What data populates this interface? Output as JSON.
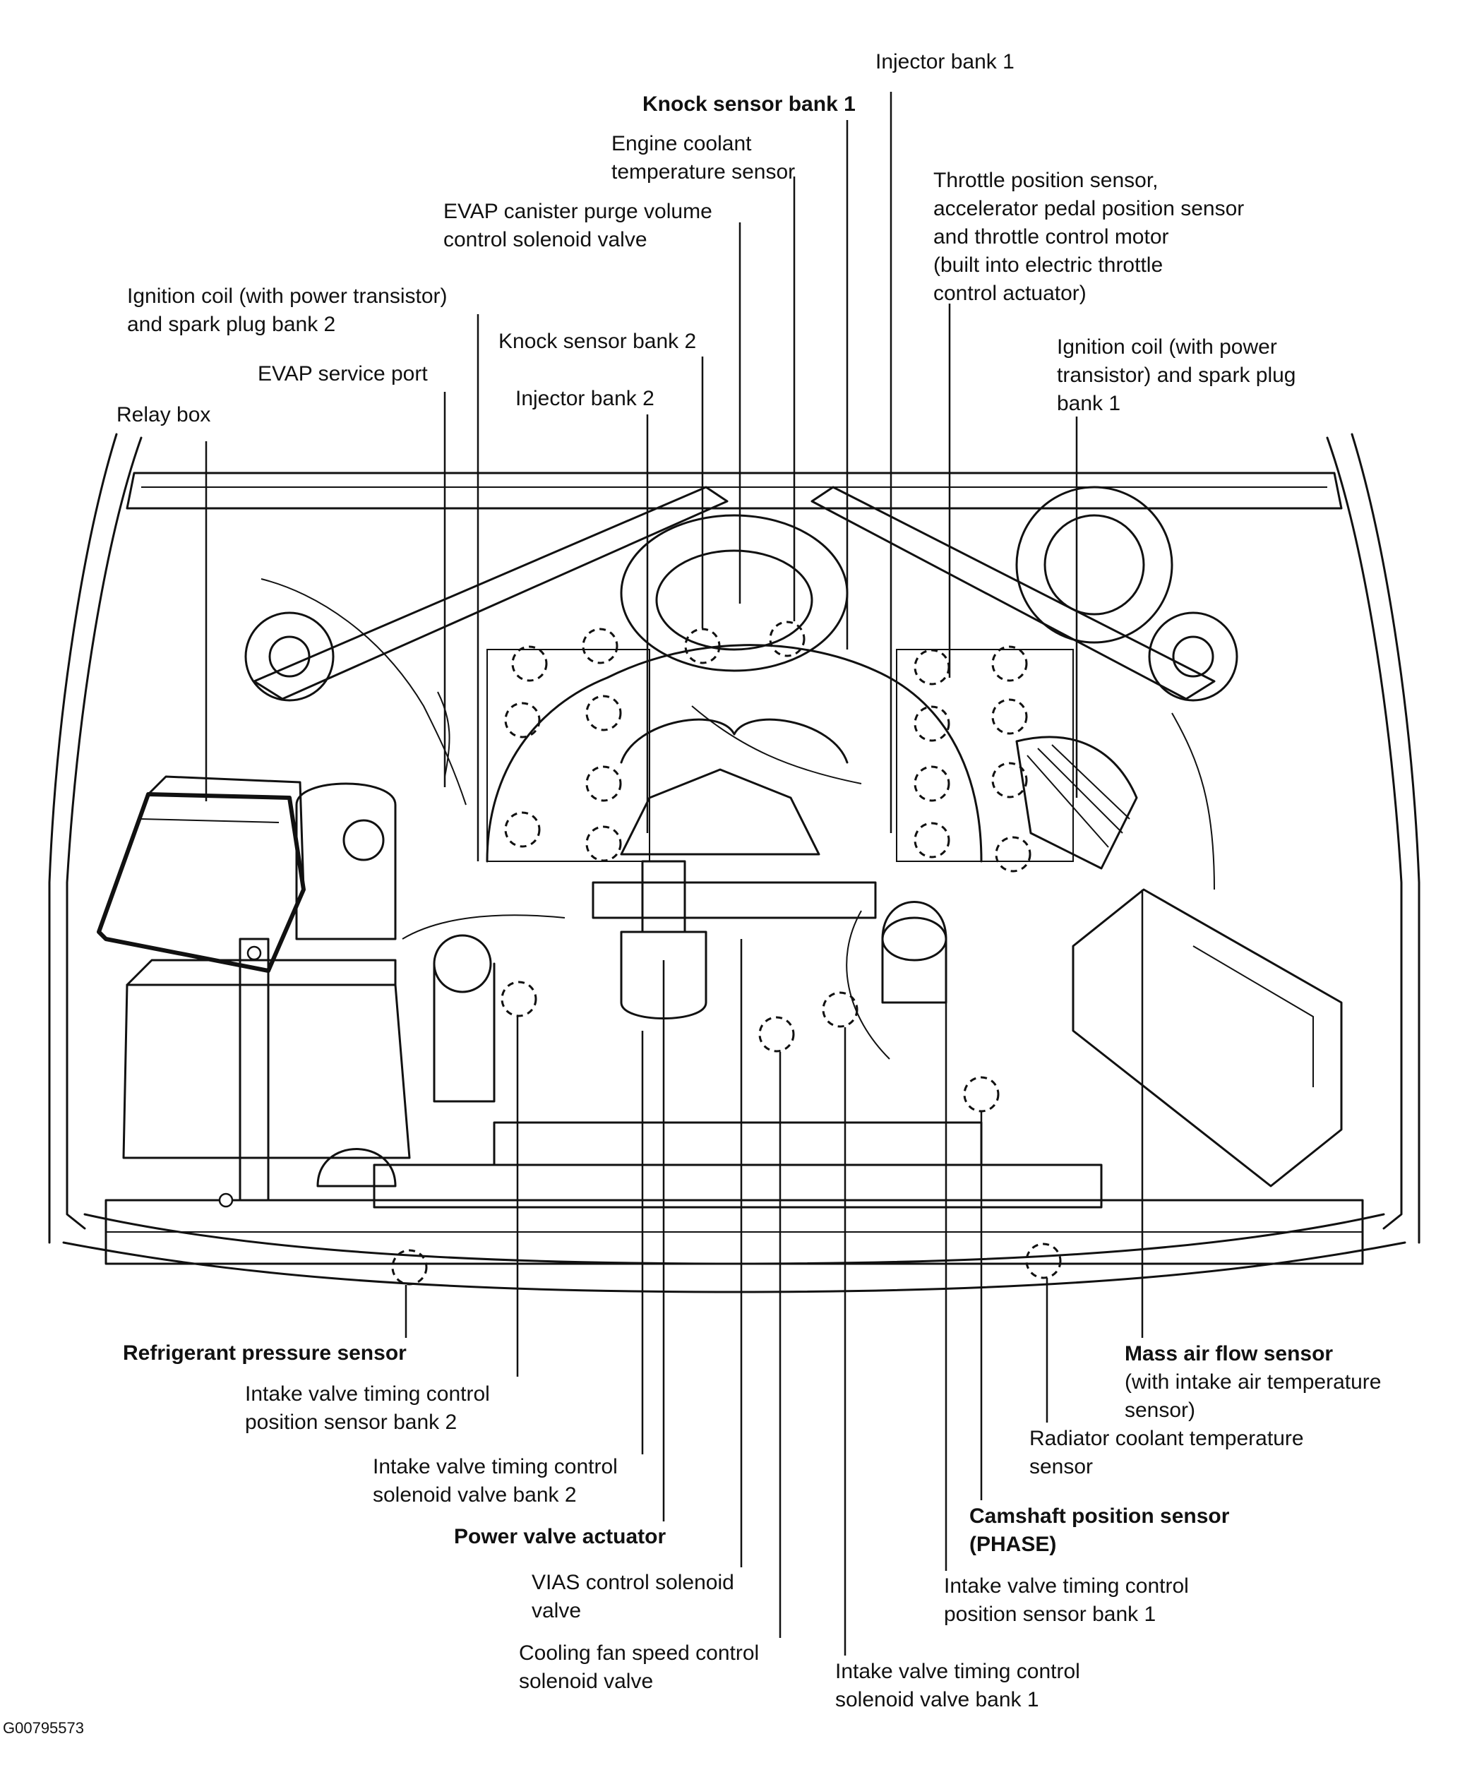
{
  "figure_id": "G00795573",
  "labels": {
    "injector_bank_1": "Injector bank 1",
    "knock_sensor_bank_1": "Knock sensor bank 1",
    "engine_coolant_temp_sensor": [
      "Engine coolant",
      "temperature sensor"
    ],
    "evap_canister_purge": [
      "EVAP canister purge  volume",
      "control solenoid valve"
    ],
    "throttle_position_sensor": [
      "Throttle position sensor,",
      "accelerator pedal position sensor",
      "and throttle control motor",
      "(built into electric throttle",
      "control actuator)"
    ],
    "ignition_coil_bank_2": [
      "Ignition coil (with power transistor)",
      "and spark plug bank 2"
    ],
    "knock_sensor_bank_2": "Knock sensor bank 2",
    "ignition_coil_bank_1": [
      "Ignition coil (with power",
      "transistor) and spark plug",
      "bank 1"
    ],
    "evap_service_port": "EVAP service port",
    "injector_bank_2": "Injector bank 2",
    "relay_box": "Relay box",
    "refrigerant_pressure_sensor": "Refrigerant pressure sensor",
    "ivt_position_sensor_bank_2": [
      "Intake valve timing control",
      "position sensor bank 2"
    ],
    "ivt_solenoid_valve_bank_2": [
      "Intake valve timing control",
      "solenoid valve bank 2"
    ],
    "power_valve_actuator": "Power valve actuator",
    "vias_control_solenoid_valve": [
      "VIAS control solenoid",
      "valve"
    ],
    "cooling_fan_speed_control": [
      "Cooling fan speed control",
      "solenoid valve"
    ],
    "mass_air_flow_sensor": [
      "Mass air flow sensor",
      "(with intake air temperature",
      "sensor)"
    ],
    "radiator_coolant_temp_sensor": [
      "Radiator coolant temperature",
      "sensor"
    ],
    "camshaft_position_sensor": [
      "Camshaft position sensor",
      "(PHASE)"
    ],
    "ivt_position_sensor_bank_1": [
      "Intake valve timing control",
      "position sensor bank 1"
    ],
    "ivt_solenoid_valve_bank_1": [
      "Intake valve timing control",
      "solenoid valve bank 1"
    ]
  }
}
